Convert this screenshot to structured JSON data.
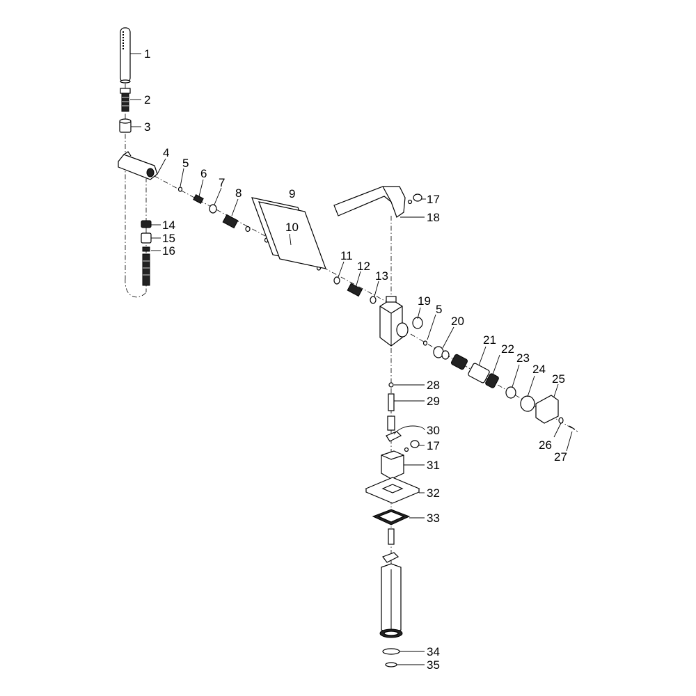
{
  "labels": [
    {
      "id": "1",
      "text": "1"
    },
    {
      "id": "2",
      "text": "2"
    },
    {
      "id": "3",
      "text": "3"
    },
    {
      "id": "4",
      "text": "4"
    },
    {
      "id": "5a",
      "text": "5"
    },
    {
      "id": "6",
      "text": "6"
    },
    {
      "id": "7",
      "text": "7"
    },
    {
      "id": "8",
      "text": "8"
    },
    {
      "id": "9",
      "text": "9"
    },
    {
      "id": "10",
      "text": "10"
    },
    {
      "id": "11",
      "text": "11"
    },
    {
      "id": "12",
      "text": "12"
    },
    {
      "id": "13",
      "text": "13"
    },
    {
      "id": "14",
      "text": "14"
    },
    {
      "id": "15",
      "text": "15"
    },
    {
      "id": "16",
      "text": "16"
    },
    {
      "id": "17a",
      "text": "17"
    },
    {
      "id": "18",
      "text": "18"
    },
    {
      "id": "19",
      "text": "19"
    },
    {
      "id": "5b",
      "text": "5"
    },
    {
      "id": "20",
      "text": "20"
    },
    {
      "id": "21",
      "text": "21"
    },
    {
      "id": "22",
      "text": "22"
    },
    {
      "id": "23",
      "text": "23"
    },
    {
      "id": "24",
      "text": "24"
    },
    {
      "id": "25",
      "text": "25"
    },
    {
      "id": "26",
      "text": "26"
    },
    {
      "id": "27",
      "text": "27"
    },
    {
      "id": "28",
      "text": "28"
    },
    {
      "id": "29",
      "text": "29"
    },
    {
      "id": "30",
      "text": "30"
    },
    {
      "id": "17b",
      "text": "17"
    },
    {
      "id": "31",
      "text": "31"
    },
    {
      "id": "32",
      "text": "32"
    },
    {
      "id": "33",
      "text": "33"
    },
    {
      "id": "34",
      "text": "34"
    },
    {
      "id": "35",
      "text": "35"
    }
  ]
}
